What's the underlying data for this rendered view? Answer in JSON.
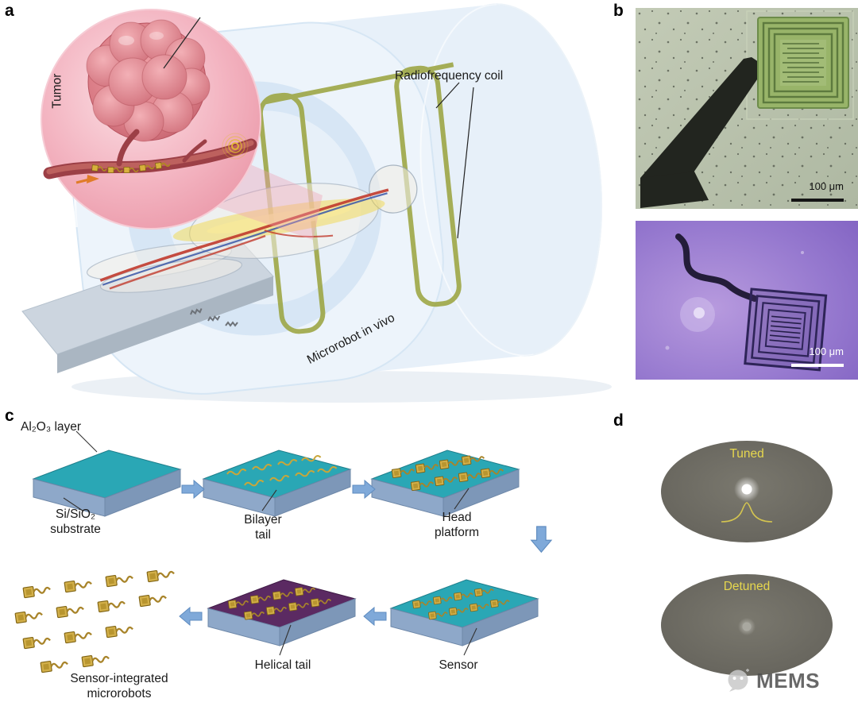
{
  "figure_labels": {
    "a": "a",
    "b": "b",
    "c": "c",
    "d": "d"
  },
  "panel_a": {
    "tumor": "Tumor",
    "rf_coil": "Radiofrequency coil",
    "microrobot": "Microrobot in vivo"
  },
  "panel_b": {
    "scale_top": "100 μm",
    "scale_bottom": "100 μm"
  },
  "panel_c": {
    "al2o3": "Al₂O₃ layer",
    "substrate": "Si/SiO₂\nsubstrate",
    "bilayer": "Bilayer\ntail",
    "head": "Head\nplatform",
    "sensor": "Sensor",
    "helical": "Helical tail",
    "final": "Sensor-integrated\nmicrorobots"
  },
  "panel_d": {
    "tuned": "Tuned",
    "detuned": "Detuned"
  },
  "watermark": {
    "text": "MEMS"
  },
  "colors": {
    "wafer_teal": "#2aa7b5",
    "wafer_substrate": "#8ea8c9",
    "wafer_purple": "#5b2a62",
    "gold": "#d3b04a",
    "arrow_blue": "#7fa9d9",
    "inset_pink": "#f2aebb",
    "coil_olive": "#99a23b",
    "phantom_gray": "#6f6d64",
    "tuned_yellow": "#e6d74e",
    "micrograph_green": "#98b469",
    "micrograph_purple": "#8a68c6"
  }
}
